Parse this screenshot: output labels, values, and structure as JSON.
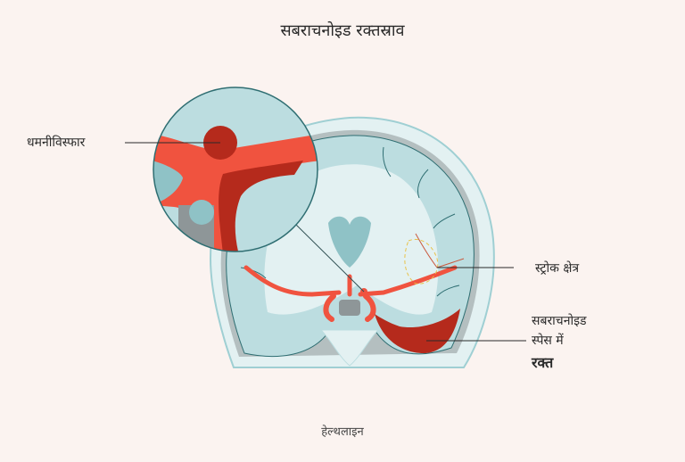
{
  "title": "सबराचनोइड रक्तस्राव",
  "labels": {
    "aneurysm": "धमनीविस्फार",
    "stroke_area": "स्ट्रोक क्षेत्र",
    "blood_line1": "सबराचनोइड",
    "blood_line2": "स्पेस में",
    "blood_line3": "रक्त"
  },
  "credit": "हेल्थलाइन",
  "colors": {
    "background": "#fbf3f0",
    "brain_light": "#e3f1f2",
    "brain_mid": "#bcdde0",
    "brain_dark": "#8fc2c6",
    "outline": "#2f6e72",
    "artery": "#f0533f",
    "blood_dark": "#b52a1c",
    "grey": "#8e9698"
  }
}
